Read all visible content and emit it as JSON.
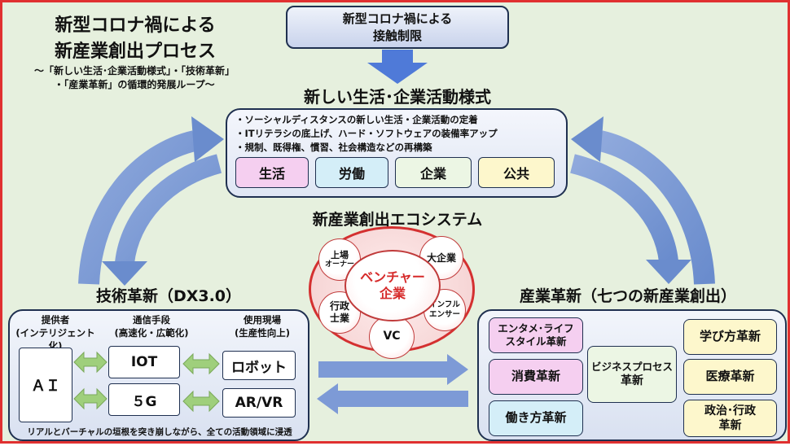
{
  "title": {
    "line1": "新型コロナ禍による",
    "line2": "新産業創出プロセス",
    "subtitle1": "～「新しい生活･企業活動様式」・「技術革新」",
    "subtitle2": "・「産業革新」の循環的発展ループ～"
  },
  "top_box": {
    "line1": "新型コロナ禍による",
    "line2": "接触制限"
  },
  "lifestyle": {
    "heading": "新しい生活･企業活動様式",
    "bullets": [
      "・ソーシャルディスタンスの新しい生活・企業活動の定着",
      "・ITリテラシの底上げ、ハード・ソフトウェアの装備率アップ",
      "・規制、既得権、慣習、社会構造などの再構築"
    ],
    "tags": [
      "生活",
      "労働",
      "企業",
      "公共"
    ],
    "tag_colors": [
      "#f5cff0",
      "#d4eef8",
      "#ecf6e4",
      "#fdf7cc"
    ]
  },
  "ecosystem": {
    "heading": "新産業創出エコシステム",
    "center": {
      "line1": "ベンチャー",
      "line2": "企業"
    },
    "nodes": [
      {
        "line1": "上場",
        "line2": "オーナー"
      },
      {
        "line1": "大企業",
        "line2": ""
      },
      {
        "line1": "インフル",
        "line2": "エンサー"
      },
      {
        "line1": "VC",
        "line2": ""
      },
      {
        "line1": "行政",
        "line2": "士業"
      }
    ]
  },
  "tech": {
    "heading": "技術革新（DX3.0）",
    "columns": [
      {
        "line1": "提供者",
        "line2": "(インテリジェント化)"
      },
      {
        "line1": "通信手段",
        "line2": "(高速化・広範化)"
      },
      {
        "line1": "使用現場",
        "line2": "(生産性向上)"
      }
    ],
    "ai": "ＡＩ",
    "comm": [
      "IOT",
      "５G"
    ],
    "field": [
      "ロボット",
      "AR/VR"
    ],
    "footer": "リアルとバーチャルの垣根を突き崩しながら、全ての活動領域に浸透"
  },
  "industry": {
    "heading": "産業革新（七つの新産業創出）",
    "items": [
      {
        "line1": "エンタメ･ライフ",
        "line2": "スタイル革新"
      },
      {
        "line1": "消費革新",
        "line2": ""
      },
      {
        "line1": "働き方革新",
        "line2": ""
      },
      {
        "line1": "ビジネスプロセス",
        "line2": "革新"
      },
      {
        "line1": "学び方革新",
        "line2": ""
      },
      {
        "line1": "医療革新",
        "line2": ""
      },
      {
        "line1": "政治･行政",
        "line2": "革新"
      }
    ],
    "item_colors": [
      "#f5cff0",
      "#f5cff0",
      "#d4eef8",
      "#ecf6e4",
      "#fdf7cc",
      "#fdf7cc",
      "#fdf7cc"
    ]
  },
  "colors": {
    "background": "#e6f0de",
    "frame": "#e03030",
    "arrow_blue": "#6d8fd0",
    "arrow_green": "#9fcf7c",
    "center_red": "#d62a2a"
  }
}
